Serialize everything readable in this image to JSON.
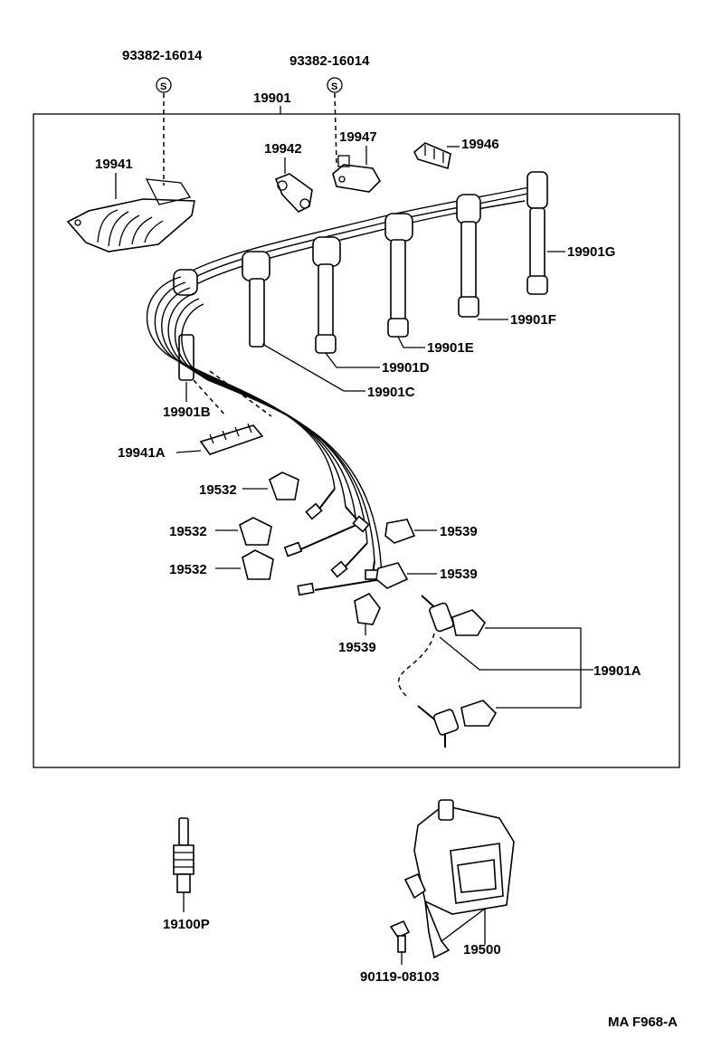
{
  "labels": {
    "clip_left": "93382-16014",
    "clip_right": "93382-16014",
    "set": "19901",
    "clamp_19941": "19941",
    "clamp_19942": "19942",
    "clamp_19947": "19947",
    "clamp_19946": "19946",
    "wire_g": "19901G",
    "wire_f": "19901F",
    "wire_e": "19901E",
    "wire_d": "19901D",
    "wire_c": "19901C",
    "wire_b": "19901B",
    "clamp_19941a": "19941A",
    "holder_1": "19532",
    "holder_2": "19532",
    "holder_3": "19532",
    "holder_4": "19539",
    "holder_5": "19539",
    "holder_6": "19539",
    "wire_a": "19901A",
    "spark_plug": "19100P",
    "coil_bolt": "90119-08103",
    "igniter_coil": "19500",
    "figure_id": "MA F968-A"
  },
  "symbols": {
    "s_left": "S",
    "s_right": "S"
  }
}
